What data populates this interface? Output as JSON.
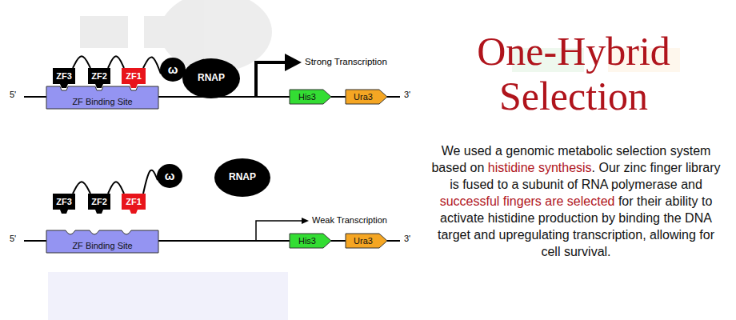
{
  "diagram": {
    "title": "One-Hybrid Selection",
    "nodes": [
      {
        "text": [
          "ZF3"
        ]
      },
      {
        "text": [
          "ZF2"
        ]
      },
      {
        "text": [
          "ZF1"
        ]
      },
      {
        "text": [
          "ω"
        ]
      },
      {
        "text": [
          "RNAP"
        ]
      },
      {
        "text": [
          "ZF Binding Site"
        ]
      },
      {
        "text": [
          "His3"
        ]
      },
      {
        "text": [
          "Ura3"
        ]
      },
      {
        "text": [
          "ZF3"
        ]
      },
      {
        "text": [
          "ZF2"
        ]
      },
      {
        "text": [
          "ZF1"
        ]
      },
      {
        "text": [
          "ω"
        ]
      },
      {
        "text": [
          "RNAP"
        ]
      },
      {
        "text": [
          "ZF Binding Site"
        ]
      },
      {
        "text": [
          "His3"
        ]
      },
      {
        "text": [
          "Ura3"
        ]
      }
    ],
    "edges": [
      {
        "from": 0,
        "to": 1,
        "arrow": "none"
      },
      {
        "from": 1,
        "to": 2,
        "arrow": "none"
      },
      {
        "from": 2,
        "to": 3,
        "arrow": "none"
      },
      {
        "from": 8,
        "to": 9,
        "arrow": "none"
      },
      {
        "from": 9,
        "to": 10,
        "arrow": "none"
      },
      {
        "from": 10,
        "to": 11,
        "arrow": "none"
      }
    ],
    "labels": [
      "Strong Transcription",
      "5'",
      "3'",
      "Weak Transcription",
      "5'",
      "3'",
      "We used a genomic metabolic selection system based on",
      "histidine synthesis",
      ". Our zinc finger library is fused to a subunit of RNA polymerase and",
      "successful fingers are selected",
      "for their ability to activate histidine production by binding the DNA target and upregulating transcription, allowing for cell survival."
    ]
  }
}
